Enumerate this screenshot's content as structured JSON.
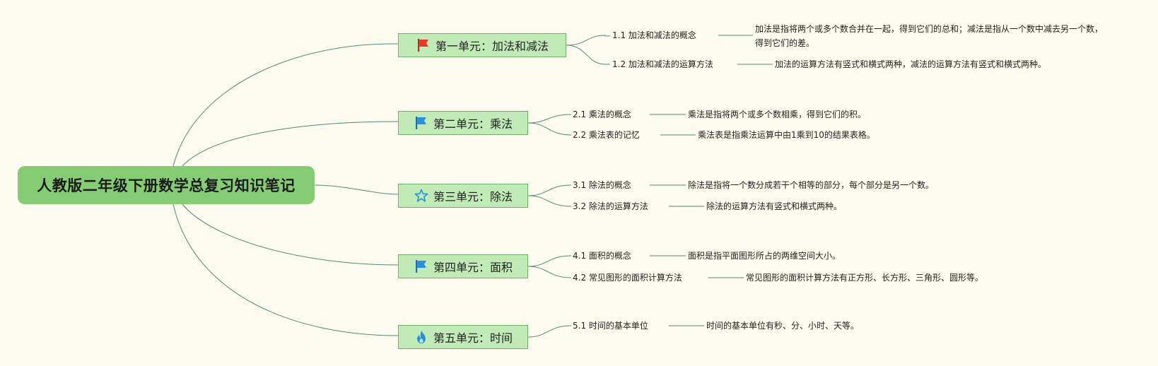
{
  "root": {
    "title": "人教版二年级下册数学总复习知识笔记"
  },
  "colors": {
    "background": "#fdfbf0",
    "root_fill": "#86cc75",
    "unit_fill": "#c1ebb6",
    "unit_border": "#73b16a",
    "connector": "#4f8a7d",
    "flag_red": "#e8382a",
    "flag_blue": "#2b8fd8",
    "star_blue": "#2b8fd8",
    "fire_blue": "#2b8fd8"
  },
  "units": [
    {
      "icon": "red-flag-icon",
      "label": "第一单元：加法和减法",
      "items": [
        {
          "label": "1.1 加法和减法的概念",
          "desc": "加法是指将两个或多个数合并在一起，得到它们的总和；减法是指从一个数中减去另一个数，得到它们的差。"
        },
        {
          "label": "1.2 加法和减法的运算方法",
          "desc": "加法的运算方法有竖式和横式两种，减法的运算方法有竖式和横式两种。"
        }
      ]
    },
    {
      "icon": "blue-flag-icon",
      "label": "第二单元：乘法",
      "items": [
        {
          "label": "2.1 乘法的概念",
          "desc": "乘法是指将两个或多个数相乘，得到它们的积。"
        },
        {
          "label": "2.2 乘法表的记忆",
          "desc": "乘法表是指乘法运算中由1乘到10的结果表格。"
        }
      ]
    },
    {
      "icon": "star-icon",
      "label": "第三单元：除法",
      "items": [
        {
          "label": "3.1 除法的概念",
          "desc": "除法是指将一个数分成若干个相等的部分，每个部分是另一个数。"
        },
        {
          "label": "3.2 除法的运算方法",
          "desc": "除法的运算方法有竖式和横式两种。"
        }
      ]
    },
    {
      "icon": "blue-flag-icon",
      "label": "第四单元：面积",
      "items": [
        {
          "label": "4.1 面积的概念",
          "desc": "面积是指平面图形所占的两维空间大小。"
        },
        {
          "label": "4.2 常见图形的面积计算方法",
          "desc": "常见图形的面积计算方法有正方形、长方形、三角形、圆形等。"
        }
      ]
    },
    {
      "icon": "fire-icon",
      "label": "第五单元：时间",
      "items": [
        {
          "label": "5.1 时间的基本单位",
          "desc": "时间的基本单位有秒、分、小时、天等。"
        }
      ]
    }
  ]
}
